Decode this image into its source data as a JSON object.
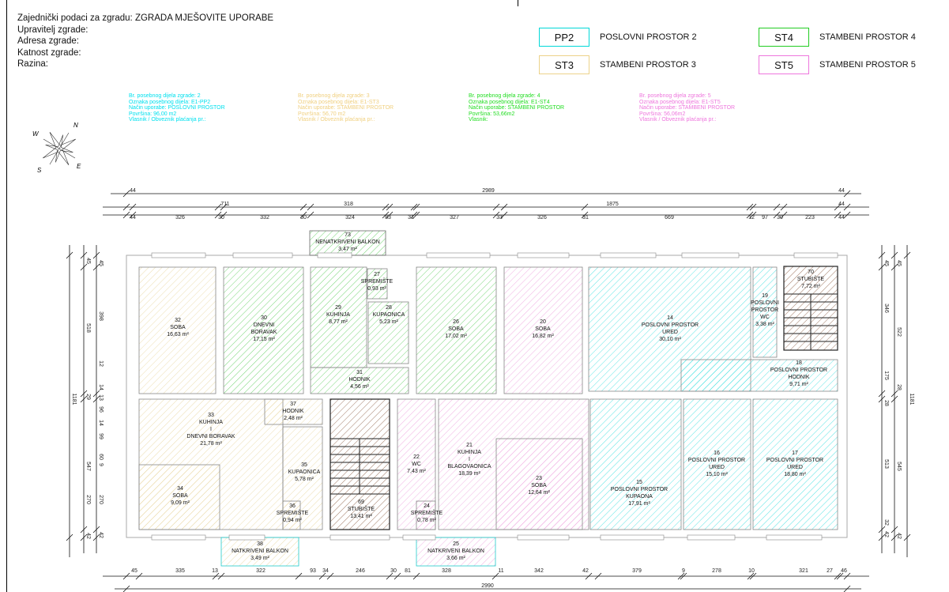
{
  "header": {
    "lines": [
      "Zajednički podaci za zgradu: ZGRADA MJEŠOVITE UPORABE",
      "Upravitelj zgrade:",
      "Adresa zgrade:",
      "Katnost zgrade:",
      "Razina:"
    ]
  },
  "legend": [
    {
      "code": "PP2",
      "label": "POSLOVNI PROSTOR 2",
      "color": "#00d8d8"
    },
    {
      "code": "ST3",
      "label": "STAMBENI PROSTOR 3",
      "color": "#ecd28a"
    },
    {
      "code": "ST4",
      "label": "STAMBENI PROSTOR 4",
      "color": "#22cc22"
    },
    {
      "code": "ST5",
      "label": "STAMBENI PROSTOR 5",
      "color": "#ee77dd"
    }
  ],
  "info_blocks": [
    {
      "color": "#00e0ee",
      "lines": [
        "Br. posebnog dijela zgrade: 2",
        "Oznaka posebnog dijela: E1-PP2",
        "Način uporabe: POSLOVNI PROSTOR",
        "Površina: 96,00 m2",
        "Vlasnik / Obveznik plaćanja pr.:"
      ]
    },
    {
      "color": "#f0d080",
      "lines": [
        "Br. posebnog dijela zgrade: 3",
        "Oznaka posebnog dijela: E1-ST3",
        "Način uporabe: STAMBENI PROSTOR",
        "Površina: 56,70 m2",
        "Vlasnik / Obveznik plaćanja pr.:"
      ]
    },
    {
      "color": "#22dd22",
      "lines": [
        "Br. posebnog dijela zgrade: 4",
        "Oznaka posebnog dijela: E1-ST4",
        "Način uporabe: STAMBENI PROSTOR",
        "Površina: 53,66m2",
        "Vlasnik:"
      ]
    },
    {
      "color": "#ee77dd",
      "lines": [
        "Br. posebnog dijela zgrade: 5",
        "Oznaka posebnog dijela: E1-ST5",
        "Način uporabe: STAMBENI PROSTOR",
        "Površina: 56,06m2",
        "Vlasnik / Obveznik plaćanja pr.:"
      ]
    }
  ],
  "compass": {
    "n": "N",
    "s": "S",
    "e": "E",
    "w": "W"
  },
  "colors": {
    "PP2": "#33dddd",
    "ST3": "#e8d49a",
    "ST4": "#55cc55",
    "ST5": "#eea0dd",
    "STAIR": "#8a5a40",
    "wall": "#9a9a9a"
  },
  "rooms": [
    {
      "no": "73",
      "name": [
        "NENATKRIVENI BALKON"
      ],
      "area": "3,47 m²",
      "unit": "ST4"
    },
    {
      "no": "32",
      "name": [
        "SOBA"
      ],
      "area": "16,63 m²",
      "unit": "ST3"
    },
    {
      "no": "30",
      "name": [
        "DNEVNI",
        "BORAVAK"
      ],
      "area": "17,15 m²",
      "unit": "ST4"
    },
    {
      "no": "29",
      "name": [
        "KUHINJA"
      ],
      "area": "8,77 m²",
      "unit": "ST4"
    },
    {
      "no": "27",
      "name": [
        "SPREMIŠTE"
      ],
      "area": "0,93 m²",
      "unit": "ST4"
    },
    {
      "no": "28",
      "name": [
        "KUPAONICA"
      ],
      "area": "5,23 m²",
      "unit": "ST4"
    },
    {
      "no": "31",
      "name": [
        "HODNIK"
      ],
      "area": "4,56 m²",
      "unit": "ST4"
    },
    {
      "no": "26",
      "name": [
        "SOBA"
      ],
      "area": "17,02 m²",
      "unit": "ST4"
    },
    {
      "no": "20",
      "name": [
        "SOBA"
      ],
      "area": "16,82 m²",
      "unit": "ST5"
    },
    {
      "no": "14",
      "name": [
        "POSLOVNI PROSTOR",
        "URED"
      ],
      "area": "30,10 m²",
      "unit": "PP2"
    },
    {
      "no": "19",
      "name": [
        "POSLOVNI",
        "PROSTOR",
        "WC"
      ],
      "area": "3,38 m²",
      "unit": "PP2"
    },
    {
      "no": "70",
      "name": [
        "STUBIŠTE"
      ],
      "area": "7,72 m²",
      "unit": "STAIR"
    },
    {
      "no": "18",
      "name": [
        "POSLOVNI PROSTOR",
        "HODNIK"
      ],
      "area": "9,71 m²",
      "unit": "PP2"
    },
    {
      "no": "33",
      "name": [
        "KUHINJA",
        "I",
        "DNEVNI BORAVAK"
      ],
      "area": "21,78 m²",
      "unit": "ST3"
    },
    {
      "no": "34",
      "name": [
        "SOBA"
      ],
      "area": "9,09 m²",
      "unit": "ST3"
    },
    {
      "no": "37",
      "name": [
        "HODNIK"
      ],
      "area": "2,48 m²",
      "unit": "ST3"
    },
    {
      "no": "35",
      "name": [
        "KUPAONICA"
      ],
      "area": "5,78 m²",
      "unit": "ST3"
    },
    {
      "no": "36",
      "name": [
        "SPREMIŠTE"
      ],
      "area": "0,94 m²",
      "unit": "ST3"
    },
    {
      "no": "69",
      "name": [
        "STUBIŠTE"
      ],
      "area": "13,41 m²",
      "unit": "STAIR"
    },
    {
      "no": "22",
      "name": [
        "WC"
      ],
      "area": "7,43 m²",
      "unit": "ST5"
    },
    {
      "no": "24",
      "name": [
        "SPREMIŠTE"
      ],
      "area": "0,78 m²",
      "unit": "ST5"
    },
    {
      "no": "21",
      "name": [
        "KUHINJA",
        "I",
        "BLAGOVAONICA"
      ],
      "area": "18,39 m²",
      "unit": "ST5"
    },
    {
      "no": "23",
      "name": [
        "SOBA"
      ],
      "area": "12,64 m²",
      "unit": "ST5"
    },
    {
      "no": "15",
      "name": [
        "POSLOVNI PROSTOR",
        "KUPAONA"
      ],
      "area": "17,91 m²",
      "unit": "PP2"
    },
    {
      "no": "16",
      "name": [
        "POSLOVNI PROSTOR",
        "URED"
      ],
      "area": "15,10 m²",
      "unit": "PP2"
    },
    {
      "no": "17",
      "name": [
        "POSLOVNI PROSTOR",
        "URED"
      ],
      "area": "18,80 m²",
      "unit": "PP2"
    },
    {
      "no": "38",
      "name": [
        "NATKRIVENI BALKON"
      ],
      "area": "3,49 m²",
      "unit": "ST3"
    },
    {
      "no": "25",
      "name": [
        "NATKRIVENI BALKON"
      ],
      "area": "3,66 m²",
      "unit": "ST5"
    }
  ],
  "dimensions": {
    "top_total": [
      "44",
      "2989",
      "44"
    ],
    "top_mid": [
      "711",
      "318",
      "1875",
      "44"
    ],
    "top_seg": [
      "44",
      "326",
      "30",
      "332",
      "30",
      "324",
      "83",
      "31",
      "327",
      "33",
      "326",
      "31",
      "669",
      "12",
      "97",
      "30",
      "223",
      "44"
    ],
    "bottom_seg": [
      "45",
      "335",
      "13",
      "322",
      "93",
      "34",
      "246",
      "30",
      "81",
      "328",
      "11",
      "342",
      "42",
      "379",
      "9",
      "278",
      "10",
      "321",
      "27",
      "46"
    ],
    "bottom_total": [
      "2990"
    ],
    "left_inner": [
      "45",
      "398",
      "12",
      "14",
      "13",
      "96",
      "14",
      "99",
      "60",
      "9",
      "270",
      "42"
    ],
    "left_mid": [
      "45",
      "518",
      "29",
      "547",
      "270",
      "42"
    ],
    "left_total": [
      "1181"
    ],
    "right_inner": [
      "45",
      "346",
      "175",
      "28",
      "513",
      "32",
      "42"
    ],
    "right_mid": [
      "45",
      "522",
      "28",
      "545",
      "42"
    ],
    "right_total": [
      "1181"
    ]
  }
}
